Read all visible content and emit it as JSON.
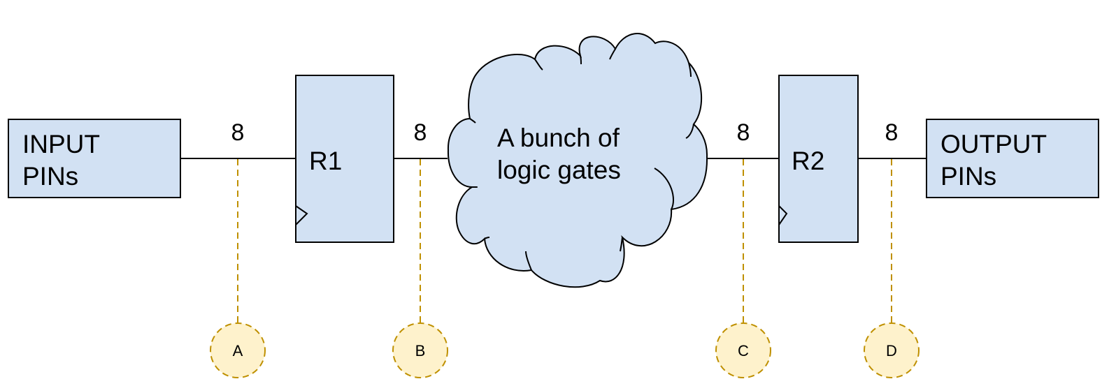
{
  "diagram": {
    "colors": {
      "block_fill": "#d2e1f3",
      "stroke": "#000000",
      "probe_stroke": "#bf9000",
      "probe_fill": "#fef2cc",
      "background": "#ffffff"
    },
    "input_block": {
      "line1": "INPUT",
      "line2": "PINs"
    },
    "register1": {
      "label": "R1"
    },
    "logic_cloud": {
      "line1": "A bunch of",
      "line2": "logic gates"
    },
    "register2": {
      "label": "R2"
    },
    "output_block": {
      "line1": "OUTPUT",
      "line2": "PINs"
    },
    "bus_widths": [
      "8",
      "8",
      "8",
      "8"
    ],
    "probes": [
      {
        "label": "A"
      },
      {
        "label": "B"
      },
      {
        "label": "C"
      },
      {
        "label": "D"
      }
    ]
  }
}
